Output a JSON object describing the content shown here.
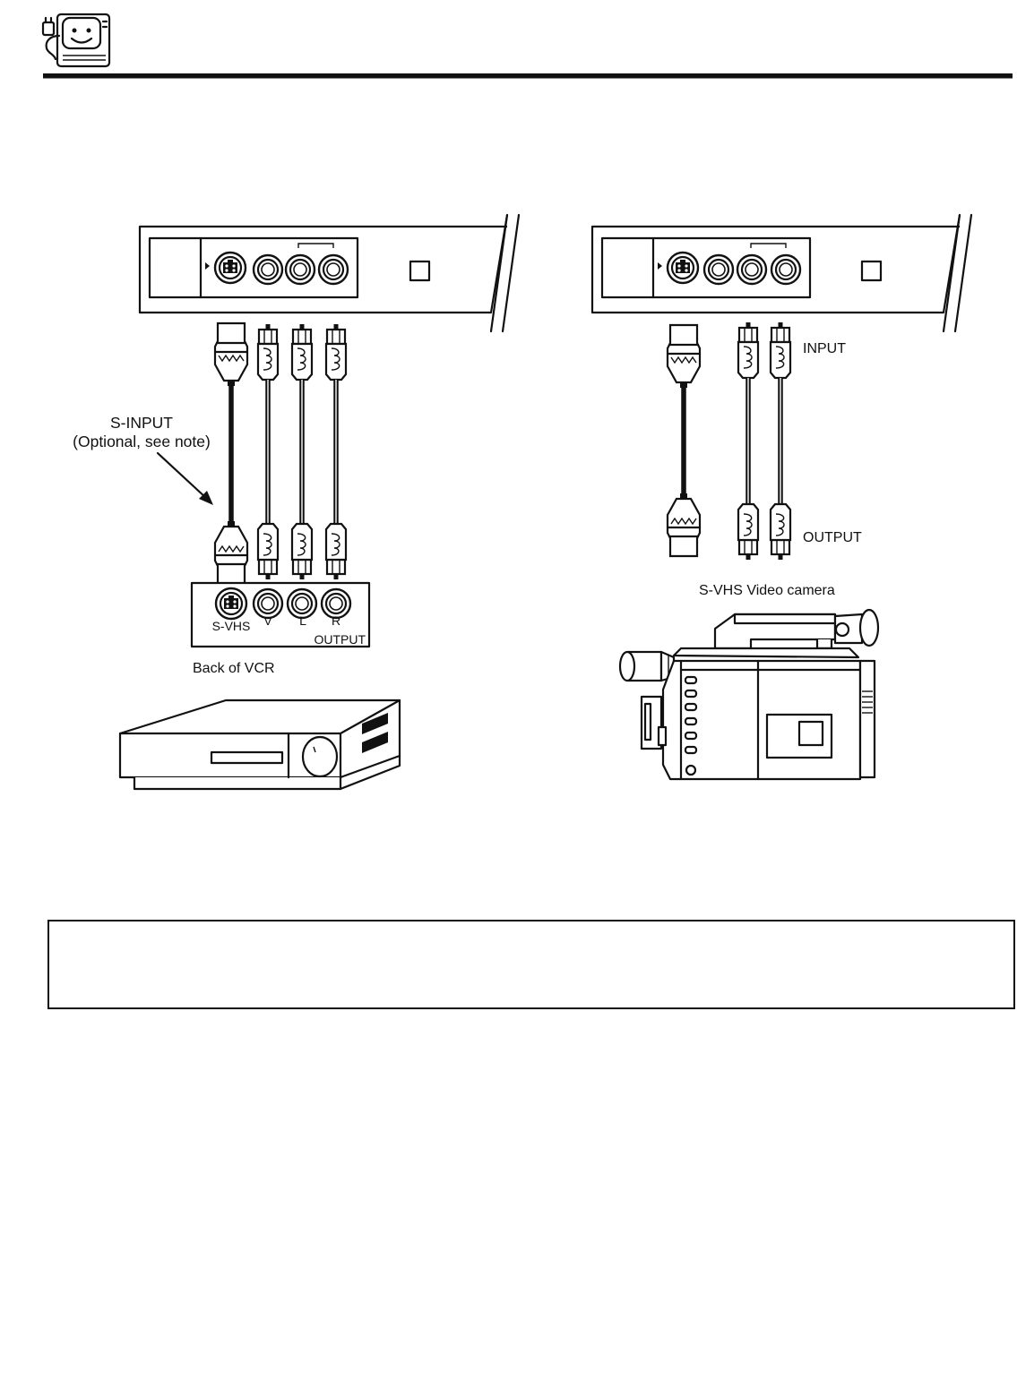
{
  "labels": {
    "s_input": "S-INPUT",
    "s_input_note": "(Optional, see note)",
    "vcr_svhs": "S-VHS",
    "vcr_v": "V",
    "vcr_l": "L",
    "vcr_r": "R",
    "vcr_output": "OUTPUT",
    "back_of_vcr": "Back of VCR",
    "cam_input": "INPUT",
    "cam_output": "OUTPUT",
    "cam_title": "S-VHS Video camera"
  }
}
